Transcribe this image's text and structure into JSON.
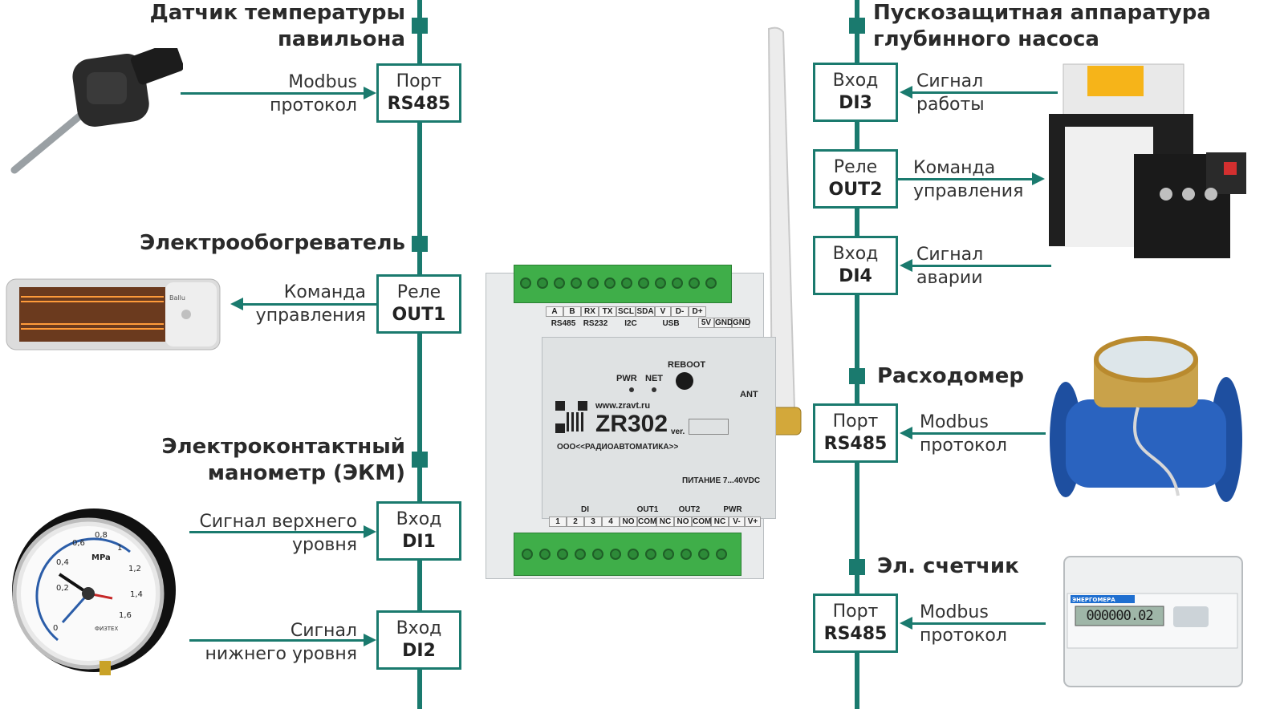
{
  "left": {
    "temp_sensor": {
      "title_l1": "Датчик температуры",
      "title_l2": "павильона",
      "signal_l1": "Modbus",
      "signal_l2": "протокол",
      "port_l1": "Порт",
      "port_l2": "RS485"
    },
    "heater": {
      "title": "Электрообогреватель",
      "signal_l1": "Команда",
      "signal_l2": "управления",
      "port_l1": "Реле",
      "port_l2": "OUT1"
    },
    "manometer": {
      "title_l1": "Электроконтактный",
      "title_l2": "манометр (ЭКМ)",
      "upper": {
        "signal_l1": "Сигнал верхнего",
        "signal_l2": "уровня",
        "port_l1": "Вход",
        "port_l2": "DI1"
      },
      "lower": {
        "signal_l1": "Сигнал",
        "signal_l2": "нижнего уровня",
        "port_l1": "Вход",
        "port_l2": "DI2"
      }
    }
  },
  "right": {
    "pump": {
      "title_l1": "Пускозащитная аппаратура",
      "title_l2": "глубинного насоса",
      "work": {
        "signal_l1": "Сигнал",
        "signal_l2": "работы",
        "port_l1": "Вход",
        "port_l2": "DI3"
      },
      "cmd": {
        "signal_l1": "Команда",
        "signal_l2": "управления",
        "port_l1": "Реле",
        "port_l2": "OUT2"
      },
      "alarm": {
        "signal_l1": "Сигнал",
        "signal_l2": "аварии",
        "port_l1": "Вход",
        "port_l2": "DI4"
      }
    },
    "flowmeter": {
      "title": "Расходомер",
      "signal_l1": "Modbus",
      "signal_l2": "протокол",
      "port_l1": "Порт",
      "port_l2": "RS485"
    },
    "meter": {
      "title": "Эл. счетчик",
      "signal_l1": "Modbus",
      "signal_l2": "протокол",
      "port_l1": "Порт",
      "port_l2": "RS485"
    }
  },
  "device": {
    "website": "www.zravt.ru",
    "model": "ZR302",
    "ver": "ver.",
    "company": "ООО<<РАДИОАВТОМАТИКА>>",
    "power": "ПИТАНИЕ 7...40VDC",
    "reboot": "REBOOT",
    "pwr": "PWR",
    "net": "NET",
    "ant": "ANT",
    "top_pins": [
      "A",
      "B",
      "RX",
      "TX",
      "SCL",
      "SDA",
      "V",
      "D-",
      "D+",
      "5V",
      "GND",
      "GND"
    ],
    "top_groups": [
      "RS485",
      "RS232",
      "I2C",
      "USB"
    ],
    "bottom_groups": [
      "DI",
      "OUT1",
      "OUT2",
      "PWR"
    ],
    "bottom_pins": [
      "1",
      "2",
      "3",
      "4",
      "NO",
      "COM",
      "NC",
      "NO",
      "COM",
      "NC",
      "V-",
      "V+"
    ],
    "heater_brand": "Ballu",
    "manometer_unit": "MPa",
    "manometer_scale": [
      "0",
      "0,2",
      "0,4",
      "0,6",
      "0,8",
      "1",
      "1,2",
      "1,4",
      "1,6"
    ],
    "manometer_brand": "ФИЗТЕХ",
    "meter_brand": "ЭНЕРГОМЕРА",
    "meter_reading": "000000.02",
    "colors": {
      "accent": "#1a7a6e",
      "terminal": "#3fae49"
    }
  }
}
